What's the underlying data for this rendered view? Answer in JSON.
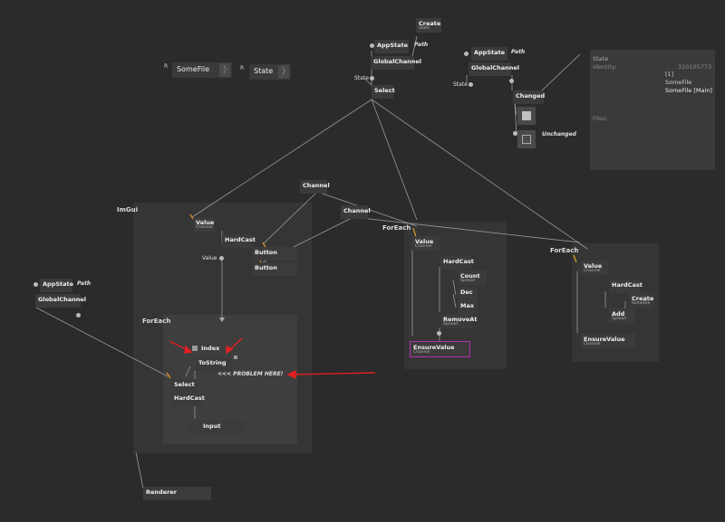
{
  "io_boxes": [
    {
      "mark": "R",
      "label": "SomeFile"
    },
    {
      "mark": "R",
      "label": "State"
    }
  ],
  "nodes": {
    "create_top": {
      "title": "Create",
      "sub": "State"
    },
    "appstate_top": {
      "title": "AppState"
    },
    "globalchannel_top": {
      "title": "GlobalChannel"
    },
    "select_top": {
      "title": "Select"
    },
    "appstate_right": {
      "title": "AppState"
    },
    "globalchannel_right": {
      "title": "GlobalChannel"
    },
    "changed": {
      "title": "Changed"
    },
    "channel_1": {
      "title": "Channel"
    },
    "channel_2": {
      "title": "Channel"
    },
    "value_imgui": {
      "title": "Value",
      "sub": "Channel"
    },
    "hardcast_imgui": {
      "title": "HardCast"
    },
    "button_1": {
      "title": "Button"
    },
    "button_2": {
      "title": "Button"
    },
    "appstate_left": {
      "title": "AppState"
    },
    "globalchannel_left": {
      "title": "GlobalChannel"
    },
    "index": {
      "title": "Index"
    },
    "tostring": {
      "title": "ToString"
    },
    "select_inner": {
      "title": "Select"
    },
    "hardcast_inner": {
      "title": "HardCast"
    },
    "input": {
      "title": "Input"
    },
    "renderer": {
      "title": "Renderer"
    },
    "value_fe1": {
      "title": "Value",
      "sub": "Channel"
    },
    "hardcast_fe1": {
      "title": "HardCast"
    },
    "count": {
      "title": "Count",
      "sub": "Spread"
    },
    "dec": {
      "title": "Dec"
    },
    "max": {
      "title": "Max"
    },
    "removeat": {
      "title": "RemoveAt",
      "sub": "Spread"
    },
    "ensurevalue_1": {
      "title": "EnsureValue",
      "sub": "Channel"
    },
    "value_fe2": {
      "title": "Value",
      "sub": "Channel"
    },
    "hardcast_fe2": {
      "title": "HardCast"
    },
    "create_fe2": {
      "title": "Create",
      "sub": "SomeFile"
    },
    "add": {
      "title": "Add",
      "sub": "Spread"
    },
    "ensurevalue_2": {
      "title": "EnsureValue",
      "sub": "Channel"
    }
  },
  "labels": {
    "path_top": "Path",
    "path_right": "Path",
    "path_left": "Path",
    "state_1": "State",
    "state_2": "State",
    "value_pin": "Value",
    "unchanged": "Unchanged",
    "imgui": "ImGui",
    "foreach_inner": "ForEach",
    "foreach_1": "ForEach",
    "foreach_2": "ForEach",
    "problem": "<<< PROBLEM HERE!"
  },
  "tooltip": {
    "state": "State",
    "identity_label": "Identity:",
    "identity_value": "310105773",
    "line1": "[1]",
    "line2": "SomeFile",
    "line3": "SomeFile [Main]",
    "files_label": "Files:"
  },
  "colors": {
    "bg": "#2b2b2b",
    "region": "#353535",
    "node": "#3b3b3b",
    "highlight": "#b030b0",
    "arrow": "#e02020",
    "orange": "#e8a020"
  }
}
